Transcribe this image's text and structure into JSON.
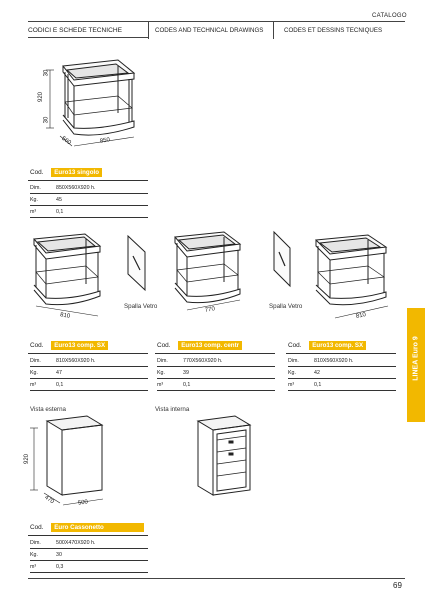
{
  "header": {
    "catalog": "CATALOGO",
    "col_it": "CODICI E SCHEDE TECNICHE",
    "col_en": "CODES AND TECHNICAL DRAWINGS",
    "col_fr": "CODES ET DESSINS TECNIQUES"
  },
  "product1": {
    "dims": {
      "height": "920",
      "h1": "30",
      "h2": "30",
      "depth": "560",
      "width": "850"
    },
    "cod_label": "Cod.",
    "code": "Euro13 singolo",
    "specs": [
      {
        "label": "Dim.",
        "value": "850X560X920 h."
      },
      {
        "label": "Kg.",
        "value": "45"
      },
      {
        "label": "m³",
        "value": "0,1"
      }
    ]
  },
  "row2": {
    "glass_label_1": "Spalla Vetro",
    "glass_label_2": "Spalla Vetro",
    "width_sx": "810",
    "width_centr": "770",
    "width_dx": "810"
  },
  "products_row": [
    {
      "cod_label": "Cod.",
      "code": "Euro13 comp. SX",
      "specs": [
        {
          "label": "Dim.",
          "value": "810X560X920 h."
        },
        {
          "label": "Kg.",
          "value": "47"
        },
        {
          "label": "m³",
          "value": "0,1"
        }
      ]
    },
    {
      "cod_label": "Cod.",
      "code": "Euro13 comp. centr",
      "specs": [
        {
          "label": "Dim.",
          "value": "770X560X920 h."
        },
        {
          "label": "Kg.",
          "value": "39"
        },
        {
          "label": "m³",
          "value": "0,1"
        }
      ]
    },
    {
      "cod_label": "Cod.",
      "code": "Euro13 comp. SX",
      "specs": [
        {
          "label": "Dim.",
          "value": "810X560X920 h."
        },
        {
          "label": "Kg.",
          "value": "42"
        },
        {
          "label": "m³",
          "value": "0,1"
        }
      ]
    }
  ],
  "cassonetto": {
    "view_ext": "Vista esterna",
    "view_int": "Vista interna",
    "dims": {
      "height": "920",
      "depth": "470",
      "width": "500"
    },
    "cod_label": "Cod.",
    "code": "Euro Cassonetto",
    "specs": [
      {
        "label": "Dim.",
        "value": "500X470X920 h."
      },
      {
        "label": "Kg.",
        "value": "30"
      },
      {
        "label": "m³",
        "value": "0,3"
      }
    ]
  },
  "side_tab": "LINEA Euro 9",
  "page_number": "69",
  "colors": {
    "accent": "#f2b800"
  }
}
